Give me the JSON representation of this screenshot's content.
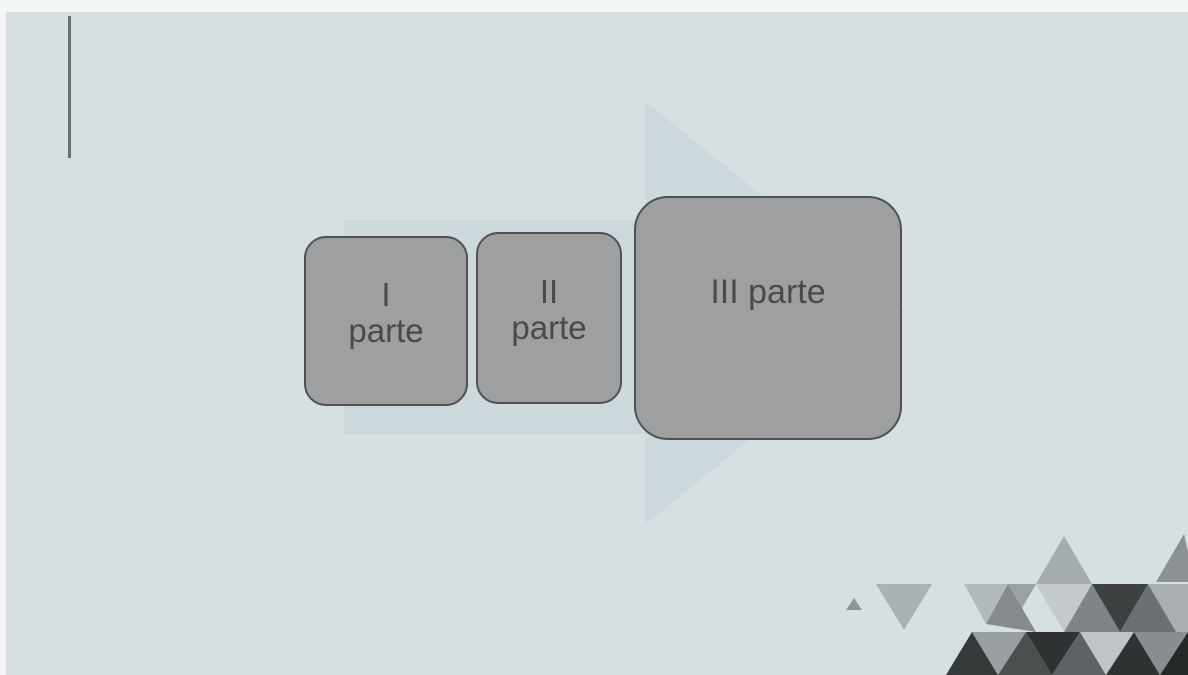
{
  "slide": {
    "boxes": [
      {
        "line1": "I",
        "line2": "parte"
      },
      {
        "line1": "II",
        "line2": "parte"
      },
      {
        "line1": "III parte"
      }
    ]
  },
  "colors": {
    "slide_background": "#d6dfe1",
    "box_fill": "#9d9fa0",
    "box_border": "#4f5152",
    "text": "#4a4a4a"
  },
  "icons": [
    "background-arrow-shape",
    "decorative-triangle-pattern"
  ]
}
